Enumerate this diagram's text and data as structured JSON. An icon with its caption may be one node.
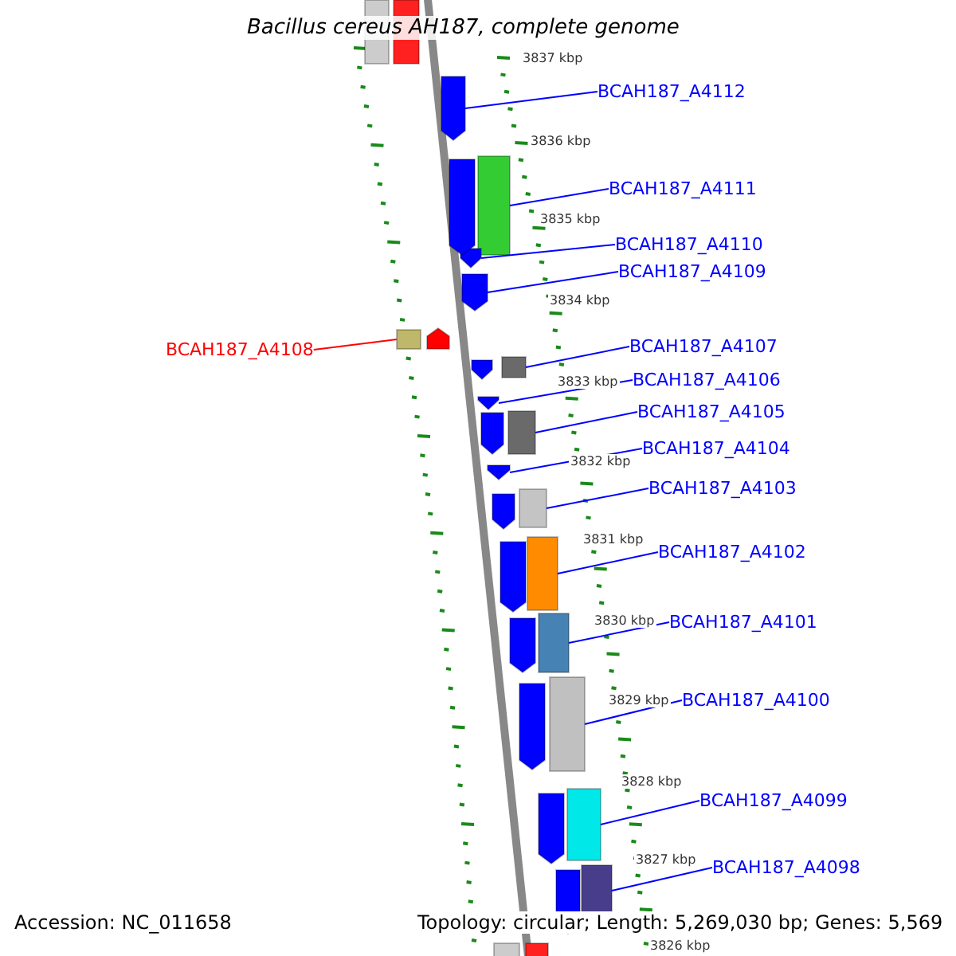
{
  "diagram": {
    "title": "Bacillus cereus AH187, complete genome",
    "nodes": [
      {
        "text": [
          "BCAH187_A4112"
        ]
      },
      {
        "text": [
          "BCAH187_A4111"
        ]
      },
      {
        "text": [
          "BCAH187_A4110"
        ]
      },
      {
        "text": [
          "BCAH187_A4109"
        ]
      },
      {
        "text": [
          "BCAH187_A4108"
        ]
      },
      {
        "text": [
          "BCAH187_A4107"
        ]
      },
      {
        "text": [
          "BCAH187_A4106"
        ]
      },
      {
        "text": [
          "BCAH187_A4105"
        ]
      },
      {
        "text": [
          "BCAH187_A4104"
        ]
      },
      {
        "text": [
          "BCAH187_A4103"
        ]
      },
      {
        "text": [
          "BCAH187_A4102"
        ]
      },
      {
        "text": [
          "BCAH187_A4101"
        ]
      },
      {
        "text": [
          "BCAH187_A4100"
        ]
      },
      {
        "text": [
          "BCAH187_A4099"
        ]
      },
      {
        "text": [
          "BCAH187_A4098"
        ]
      },
      {
        "text": [],
        "shape": "arrow"
      },
      {
        "text": [],
        "shape": "box"
      },
      {
        "text": [],
        "shape": "arrow"
      },
      {
        "text": [],
        "shape": "arrow"
      },
      {
        "text": [],
        "shape": "box"
      },
      {
        "text": [],
        "shape": "box"
      },
      {
        "text": [],
        "shape": "arrow"
      },
      {
        "text": [],
        "shape": "box"
      },
      {
        "text": [],
        "shape": "arrow"
      },
      {
        "text": [],
        "shape": "box"
      },
      {
        "text": [],
        "shape": "box"
      },
      {
        "text": [],
        "shape": "box"
      },
      {
        "text": [],
        "shape": "box"
      },
      {
        "text": [],
        "shape": "box"
      },
      {
        "text": [],
        "shape": "box"
      },
      {
        "text": [],
        "shape": "box"
      },
      {
        "text": [],
        "shape": "box"
      },
      {
        "text": [],
        "shape": "arrow"
      },
      {
        "text": [],
        "shape": "arrow"
      },
      {
        "text": [],
        "shape": "arrow"
      },
      {
        "text": [],
        "shape": "arrow"
      },
      {
        "text": [],
        "shape": "arrow"
      },
      {
        "text": [],
        "shape": "arrow"
      },
      {
        "text": [],
        "shape": "arrow"
      },
      {
        "text": [],
        "shape": "arrow"
      },
      {
        "text": [],
        "shape": "arrow"
      },
      {
        "text": [],
        "shape": "arrow"
      },
      {
        "text": [],
        "shape": "box"
      },
      {
        "text": [],
        "shape": "box"
      }
    ],
    "edges": [
      {
        "from": 0,
        "to": 15,
        "arrow": "none"
      },
      {
        "from": 1,
        "to": 16,
        "arrow": "none"
      },
      {
        "from": 2,
        "to": 17,
        "arrow": "none"
      },
      {
        "from": 3,
        "to": 18,
        "arrow": "none"
      },
      {
        "from": 4,
        "to": 19,
        "arrow": "none",
        "color": "#ff0000"
      },
      {
        "from": 5,
        "to": 20,
        "arrow": "none"
      },
      {
        "from": 6,
        "to": 21,
        "arrow": "none"
      },
      {
        "from": 7,
        "to": 22,
        "arrow": "none"
      },
      {
        "from": 8,
        "to": 23,
        "arrow": "none"
      },
      {
        "from": 9,
        "to": 24,
        "arrow": "none"
      },
      {
        "from": 10,
        "to": 25,
        "arrow": "none"
      },
      {
        "from": 11,
        "to": 26,
        "arrow": "none"
      },
      {
        "from": 12,
        "to": 27,
        "arrow": "none"
      },
      {
        "from": 13,
        "to": 28,
        "arrow": "none"
      },
      {
        "from": 14,
        "to": 29,
        "arrow": "none"
      }
    ],
    "labels": [
      "3837 kbp",
      "3836 kbp",
      "3835 kbp",
      "3834 kbp",
      "3833 kbp",
      "3832 kbp",
      "3831 kbp",
      "3830 kbp",
      "3829 kbp",
      "3828 kbp",
      "3827 kbp",
      "3826 kbp",
      "Accession: NC_011658",
      "Topology: circular; Length: 5,269,030 bp; Genes: 5,569"
    ]
  }
}
